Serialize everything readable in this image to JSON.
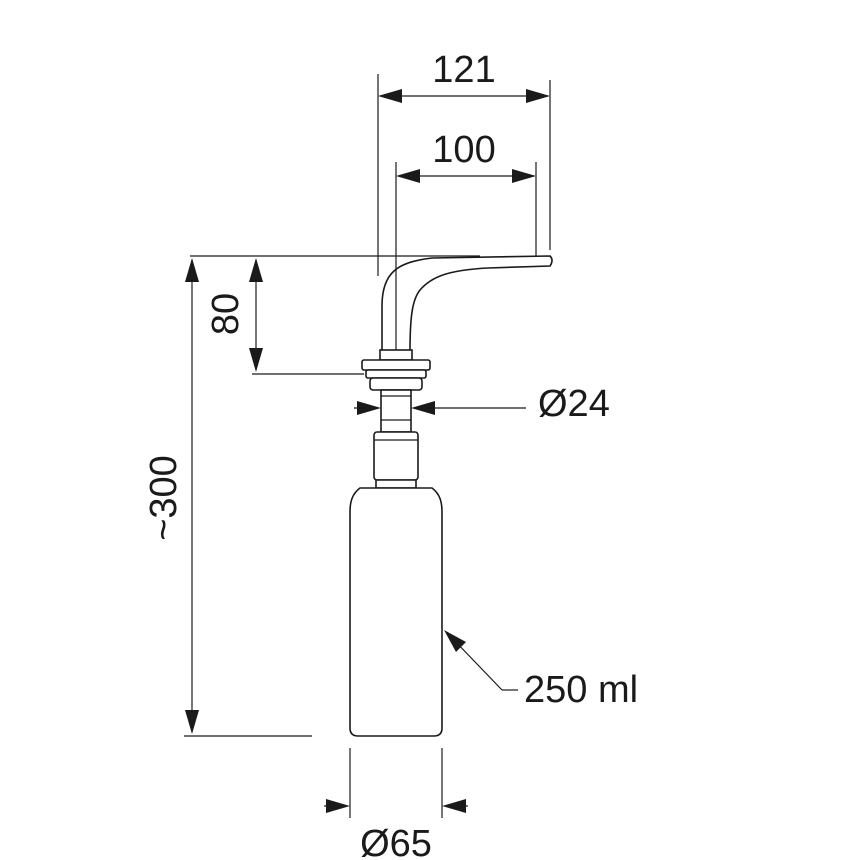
{
  "dimensions": {
    "spout_reach_total": "121",
    "spout_reach_inner": "100",
    "spout_height": "80",
    "stem_diameter": "Ø24",
    "total_height": "~300",
    "bottle_diameter": "Ø65"
  },
  "callouts": {
    "bottle_volume": "250 ml"
  },
  "colors": {
    "line": "#1a1a1a",
    "background": "#ffffff"
  }
}
